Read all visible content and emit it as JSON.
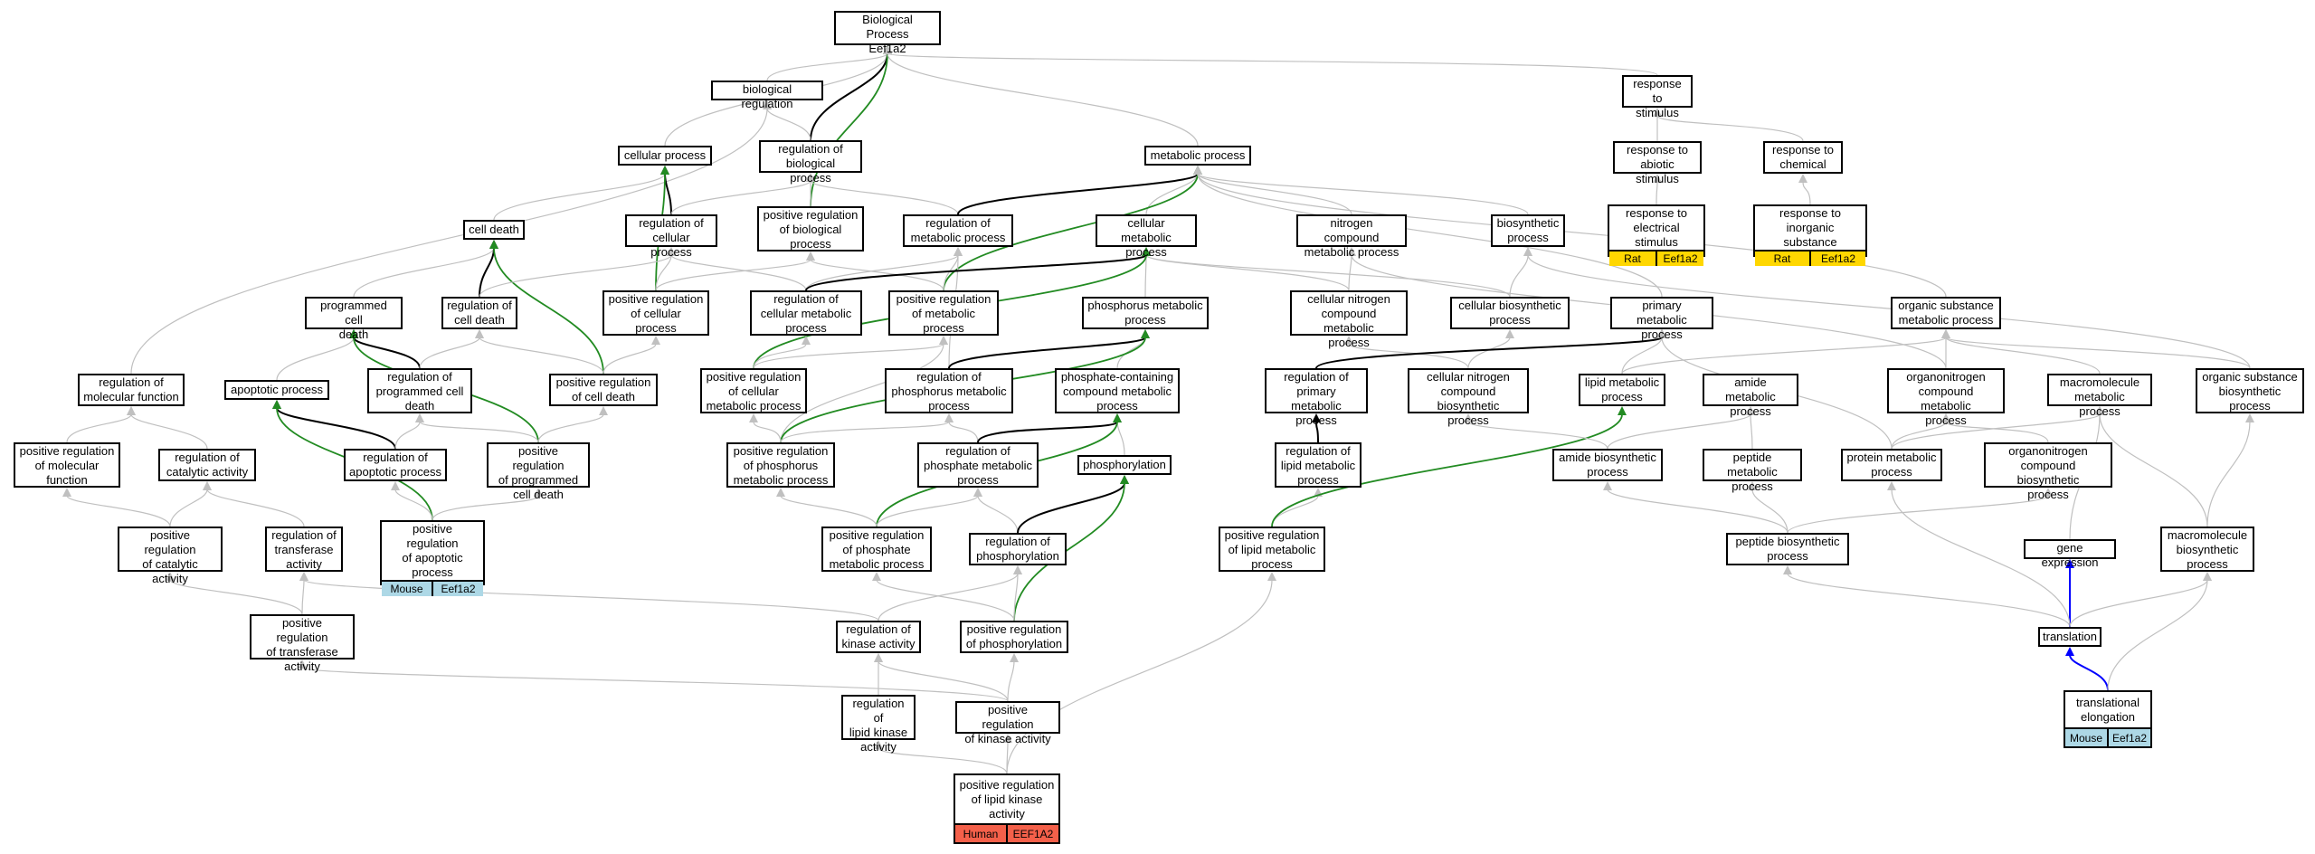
{
  "colors": {
    "edge_default": "#c0c0c0",
    "edge_black": "#000000",
    "edge_green": "#228b22",
    "edge_blue": "#0000ff",
    "rat_tag": "#ffd700",
    "mouse_tag": "#add8e6",
    "human_tag": "#f4604a"
  },
  "nodes": {
    "bp_root": {
      "label": "Biological Process\nEef1a2"
    },
    "biological_regulation": {
      "label": "biological regulation"
    },
    "response_to_stimulus": {
      "label": "response to\nstimulus"
    },
    "cellular_process": {
      "label": "cellular process"
    },
    "reg_biological_process": {
      "label": "regulation of\nbiological process"
    },
    "metabolic_process": {
      "label": "metabolic process"
    },
    "response_abiotic": {
      "label": "response to\nabiotic stimulus"
    },
    "response_chemical": {
      "label": "response to\nchemical"
    },
    "cell_death": {
      "label": "cell death"
    },
    "reg_cellular_process": {
      "label": "regulation of\ncellular process"
    },
    "pos_reg_biological_process": {
      "label": "positive regulation\nof biological\nprocess"
    },
    "reg_metabolic_process": {
      "label": "regulation of\nmetabolic process"
    },
    "cellular_metabolic_process": {
      "label": "cellular metabolic\nprocess"
    },
    "nitrogen_compound_metabolic": {
      "label": "nitrogen compound\nmetabolic process"
    },
    "biosynthetic_process": {
      "label": "biosynthetic\nprocess"
    },
    "response_electrical": {
      "label": "response to\nelectrical stimulus",
      "tags": [
        "Rat",
        "Eef1a2"
      ]
    },
    "response_inorganic": {
      "label": "response to\ninorganic substance",
      "tags": [
        "Rat",
        "Eef1a2"
      ]
    },
    "programmed_cell_death": {
      "label": "programmed cell\ndeath"
    },
    "reg_cell_death": {
      "label": "regulation of\ncell death"
    },
    "pos_reg_cellular_process": {
      "label": "positive regulation\nof cellular\nprocess"
    },
    "reg_cellular_metabolic": {
      "label": "regulation of\ncellular metabolic\nprocess"
    },
    "pos_reg_metabolic": {
      "label": "positive regulation\nof metabolic\nprocess"
    },
    "phosphorus_metabolic": {
      "label": "phosphorus metabolic\nprocess"
    },
    "cellular_nitrogen_metabolic": {
      "label": "cellular nitrogen\ncompound metabolic\nprocess"
    },
    "cellular_biosynthetic": {
      "label": "cellular biosynthetic\nprocess"
    },
    "primary_metabolic": {
      "label": "primary metabolic\nprocess"
    },
    "organic_substance_metabolic": {
      "label": "organic substance\nmetabolic process"
    },
    "reg_molecular_function": {
      "label": "regulation of\nmolecular function"
    },
    "apoptotic_process": {
      "label": "apoptotic process"
    },
    "reg_programmed_cell_death": {
      "label": "regulation of\nprogrammed cell\ndeath"
    },
    "pos_reg_cell_death": {
      "label": "positive regulation\nof cell death"
    },
    "pos_reg_cellular_metabolic": {
      "label": "positive regulation\nof cellular\nmetabolic process"
    },
    "reg_phosphorus_metabolic": {
      "label": "regulation of\nphosphorus metabolic\nprocess"
    },
    "phosphate_containing": {
      "label": "phosphate-containing\ncompound metabolic\nprocess"
    },
    "reg_primary_metabolic": {
      "label": "regulation of\nprimary metabolic\nprocess"
    },
    "cellular_nitrogen_biosynthetic": {
      "label": "cellular nitrogen\ncompound biosynthetic\nprocess"
    },
    "lipid_metabolic": {
      "label": "lipid metabolic\nprocess"
    },
    "amide_metabolic": {
      "label": "amide metabolic\nprocess"
    },
    "organonitrogen_metabolic": {
      "label": "organonitrogen\ncompound metabolic\nprocess"
    },
    "macromolecule_metabolic": {
      "label": "macromolecule\nmetabolic process"
    },
    "organic_substance_biosynthetic": {
      "label": "organic substance\nbiosynthetic\nprocess"
    },
    "pos_reg_molecular_function": {
      "label": "positive regulation\nof molecular\nfunction"
    },
    "reg_catalytic_activity": {
      "label": "regulation of\ncatalytic activity"
    },
    "reg_apoptotic": {
      "label": "regulation of\napoptotic process"
    },
    "pos_reg_programmed_cell_death": {
      "label": "positive regulation\nof programmed\ncell death"
    },
    "pos_reg_phosphorus_metabolic": {
      "label": "positive regulation\nof phosphorus\nmetabolic process"
    },
    "reg_phosphate_metabolic": {
      "label": "regulation of\nphosphate metabolic\nprocess"
    },
    "phosphorylation": {
      "label": "phosphorylation"
    },
    "reg_lipid_metabolic": {
      "label": "regulation of\nlipid metabolic\nprocess"
    },
    "amide_biosynthetic": {
      "label": "amide biosynthetic\nprocess"
    },
    "peptide_metabolic": {
      "label": "peptide metabolic\nprocess"
    },
    "protein_metabolic": {
      "label": "protein metabolic\nprocess"
    },
    "organonitrogen_biosynthetic": {
      "label": "organonitrogen\ncompound biosynthetic\nprocess"
    },
    "pos_reg_catalytic": {
      "label": "positive regulation\nof catalytic\nactivity"
    },
    "reg_transferase": {
      "label": "regulation of\ntransferase\nactivity"
    },
    "pos_reg_apoptotic": {
      "label": "positive regulation\nof apoptotic\nprocess",
      "tags": [
        "Mouse",
        "Eef1a2"
      ]
    },
    "pos_reg_phosphate_metabolic": {
      "label": "positive regulation\nof phosphate\nmetabolic process"
    },
    "reg_phosphorylation": {
      "label": "regulation of\nphosphorylation"
    },
    "pos_reg_lipid_metabolic": {
      "label": "positive regulation\nof lipid metabolic\nprocess"
    },
    "peptide_biosynthetic": {
      "label": "peptide biosynthetic\nprocess"
    },
    "gene_expression": {
      "label": "gene expression"
    },
    "macromolecule_biosynthetic": {
      "label": "macromolecule\nbiosynthetic\nprocess"
    },
    "pos_reg_transferase": {
      "label": "positive regulation\nof transferase\nactivity"
    },
    "reg_kinase": {
      "label": "regulation of\nkinase activity"
    },
    "pos_reg_phosphorylation": {
      "label": "positive regulation\nof phosphorylation"
    },
    "translation": {
      "label": "translation"
    },
    "reg_lipid_kinase": {
      "label": "regulation of\nlipid kinase\nactivity"
    },
    "pos_reg_kinase": {
      "label": "positive regulation\nof kinase activity"
    },
    "translational_elongation": {
      "label": "translational\nelongation",
      "tags": [
        "Mouse",
        "Eef1a2"
      ]
    },
    "pos_reg_lipid_kinase": {
      "label": "positive regulation\nof lipid kinase\nactivity",
      "tags": [
        "Human",
        "EEF1A2"
      ]
    }
  }
}
